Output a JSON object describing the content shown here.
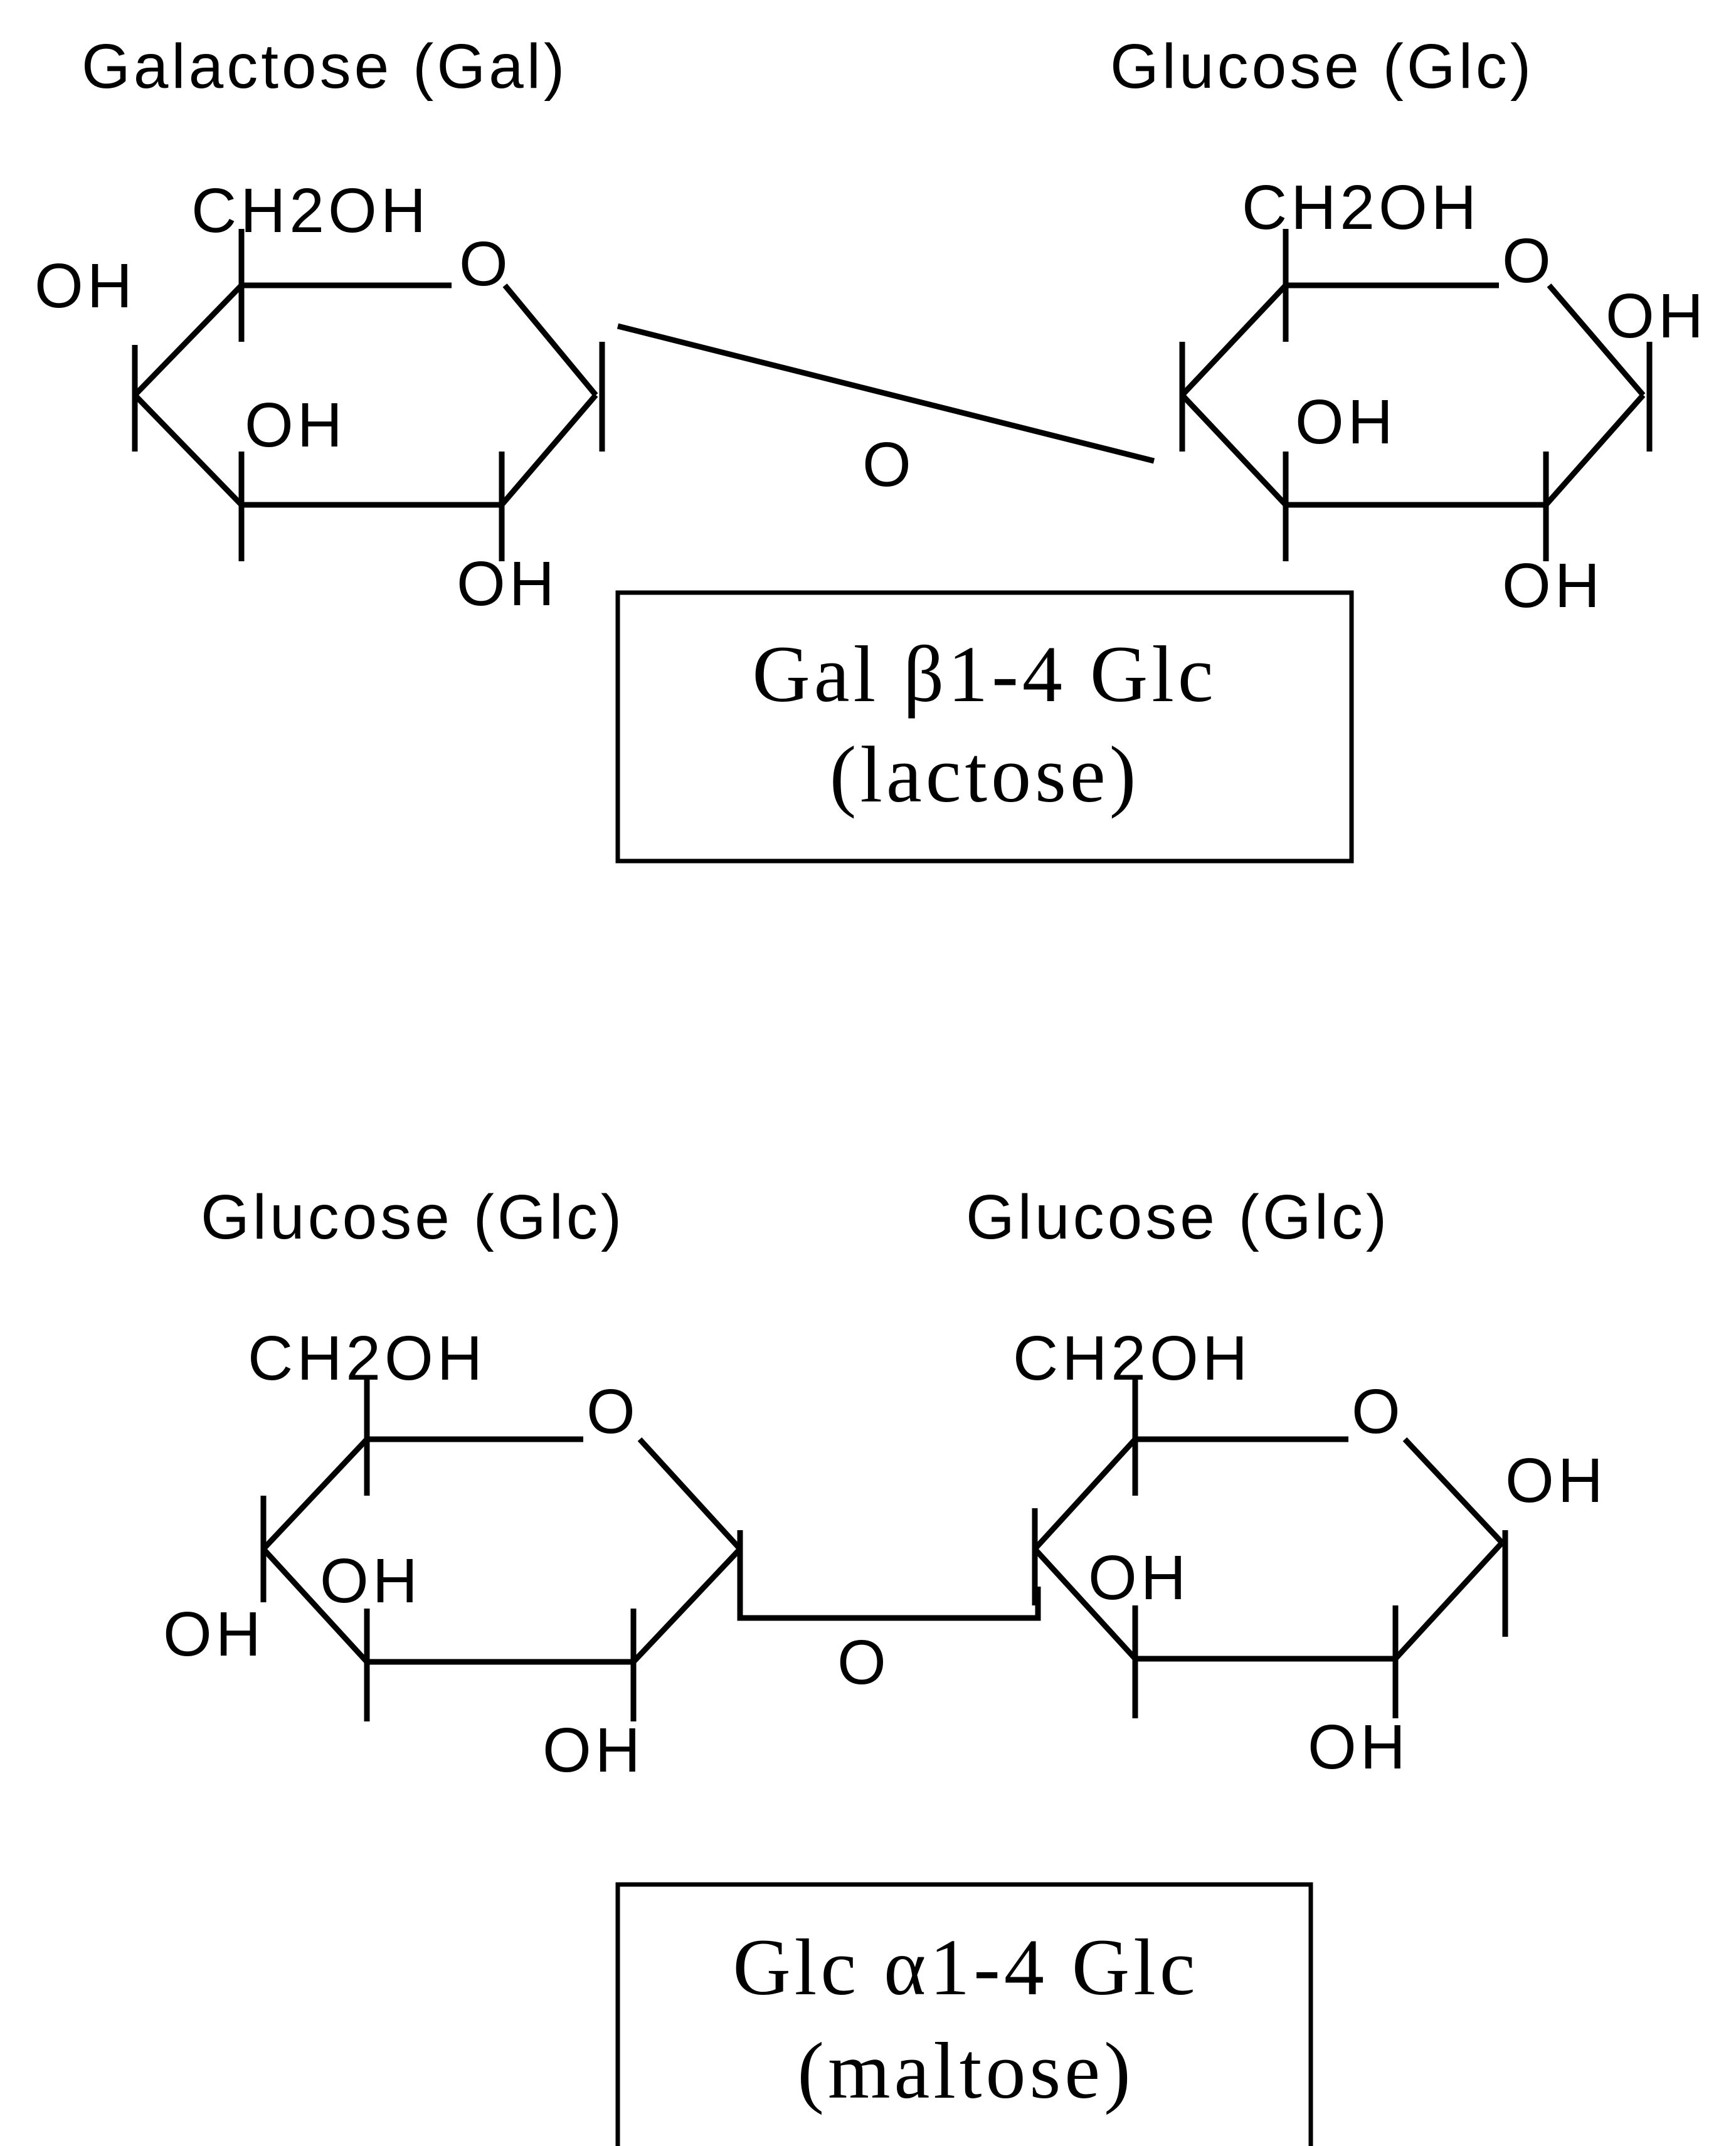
{
  "lactose": {
    "left_name": "Galactose (Gal)",
    "right_name": "Glucose (Glc)",
    "left_ring": {
      "ch2oh": "CH2OH",
      "ring_o": "O",
      "oh_c4": "OH",
      "oh_c3": "OH",
      "oh_c2": "OH"
    },
    "right_ring": {
      "ch2oh": "CH2OH",
      "ring_o": "O",
      "oh_c1": "OH",
      "oh_c3": "OH",
      "oh_c2": "OH"
    },
    "bridge_o": "O",
    "linkage": "Gal β1-4 Glc",
    "common_name": "(lactose)"
  },
  "maltose": {
    "left_name": "Glucose (Glc)",
    "right_name": "Glucose (Glc)",
    "left_ring": {
      "ch2oh": "CH2OH",
      "ring_o": "O",
      "oh_c4": "OH",
      "oh_c3": "OH",
      "oh_c2": "OH"
    },
    "right_ring": {
      "ch2oh": "CH2OH",
      "ring_o": "O",
      "oh_c1": "OH",
      "oh_c3": "OH",
      "oh_c2": "OH"
    },
    "bridge_o": "O",
    "linkage": "Glc α1-4 Glc",
    "common_name": "(maltose)"
  }
}
